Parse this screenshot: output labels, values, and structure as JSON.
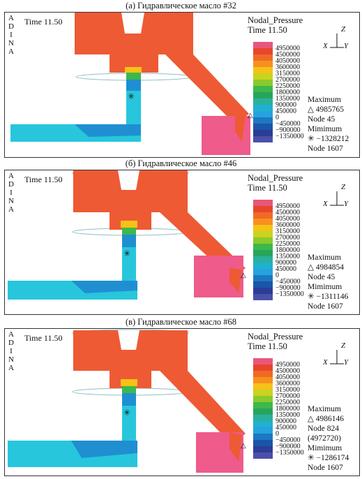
{
  "panels": [
    {
      "caption": "(а) Гидравлическое масло #32",
      "logo": [
        "A",
        "D",
        "I",
        "N",
        "A"
      ],
      "time": "Time 11.50",
      "result_title": "Nodal_Pressure",
      "result_time": "Time 11.50",
      "axes": {
        "z": "Z",
        "x": "X",
        "y": "Y"
      },
      "max_label": "Maximum",
      "max_value": "4985765",
      "max_node": "Node 45",
      "max_extra": "",
      "min_label": "Mimimum",
      "min_value": "−1328212",
      "min_node": "Node 1607"
    },
    {
      "caption": "(б) Гидравлическое масло #46",
      "logo": [
        "A",
        "D",
        "I",
        "N",
        "A"
      ],
      "time": "Time 11.50",
      "result_title": "Nodal_Pressure",
      "result_time": "Time 11.50",
      "axes": {
        "z": "Z",
        "x": "X",
        "y": "Y"
      },
      "max_label": "Maximum",
      "max_value": "4984854",
      "max_node": "Node 45",
      "max_extra": "",
      "min_label": "Mimimum",
      "min_value": "−1311146",
      "min_node": "Node 1607"
    },
    {
      "caption": "(в) Гидравлическое масло #68",
      "logo": [
        "A",
        "D",
        "I",
        "N",
        "A"
      ],
      "time": "Time 11.50",
      "result_title": "Nodal_Pressure",
      "result_time": "Time 11.50",
      "axes": {
        "z": "Z",
        "x": "X",
        "y": "Y"
      },
      "max_label": "Maximum",
      "max_value": "4986146",
      "max_node": "Node 824",
      "max_extra": "(4972720)",
      "min_label": "Mimimum",
      "min_value": "−1286174",
      "min_node": "Node 1607"
    }
  ],
  "colorbar": {
    "labels": [
      "4950000",
      "4500000",
      "4050000",
      "3600000",
      "3150000",
      "2700000",
      "2250000",
      "1800000",
      "1350000",
      "900000",
      "450000",
      "0",
      "−450000",
      "−900000",
      "−1350000"
    ],
    "colors": [
      "#e8567a",
      "#e8452c",
      "#f06a25",
      "#f7901e",
      "#f5c218",
      "#c9d320",
      "#8ac92e",
      "#3db84a",
      "#27a55d",
      "#2ab09c",
      "#1fb1cf",
      "#25a3de",
      "#1d78c2",
      "#1a56a8",
      "#2b3d96",
      "#4b4fa8"
    ]
  },
  "part_colors": {
    "housing": "#ee5a34",
    "tank": "#ef5b8a",
    "pipe": "#27c6dc",
    "pipe_dark": "#1f8fd2"
  }
}
